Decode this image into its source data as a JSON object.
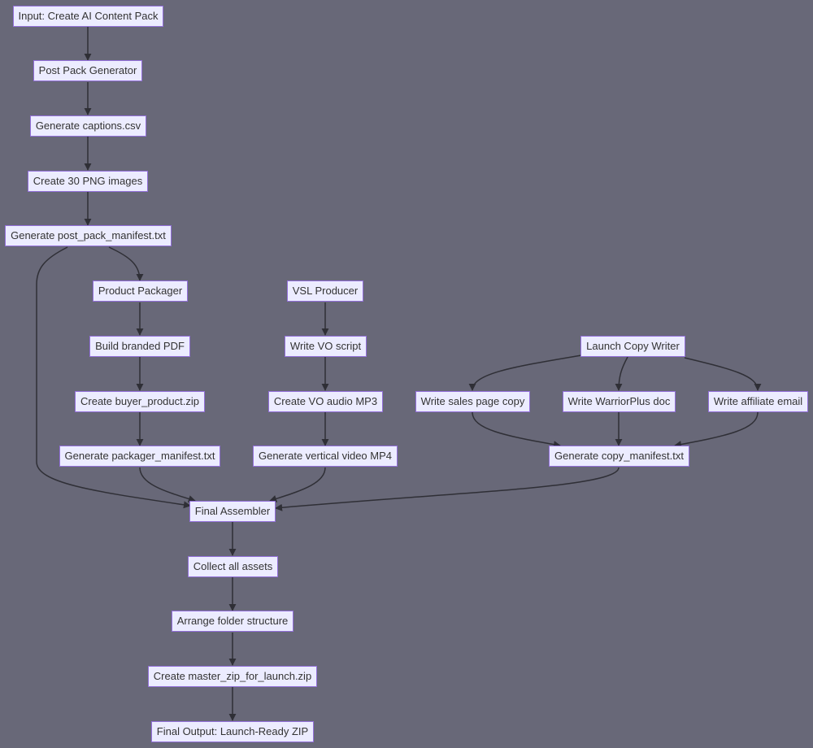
{
  "colors": {
    "background": "#686878",
    "node_fill": "#ECECFF",
    "node_border": "#9370DB",
    "node_text": "#333333",
    "edge": "#2f2f36"
  },
  "nodes": {
    "input": "Input: Create AI Content Pack",
    "post_pack_generator": "Post Pack Generator",
    "generate_captions": "Generate captions.csv",
    "create_png": "Create 30 PNG images",
    "post_pack_manifest": "Generate post_pack_manifest.txt",
    "product_packager": "Product Packager",
    "build_pdf": "Build branded PDF",
    "buyer_zip": "Create buyer_product.zip",
    "packager_manifest": "Generate packager_manifest.txt",
    "vsl_producer": "VSL Producer",
    "vo_script": "Write VO script",
    "vo_audio": "Create VO audio MP3",
    "vertical_video": "Generate vertical video MP4",
    "launch_copy_writer": "Launch Copy Writer",
    "sales_page": "Write sales page copy",
    "warriorplus": "Write WarriorPlus doc",
    "affiliate_email": "Write affiliate email",
    "copy_manifest": "Generate copy_manifest.txt",
    "final_assembler": "Final Assembler",
    "collect_assets": "Collect all assets",
    "arrange_folders": "Arrange folder structure",
    "master_zip": "Create master_zip_for_launch.zip",
    "final_output": "Final Output: Launch-Ready ZIP"
  },
  "edges": [
    [
      "input",
      "post_pack_generator"
    ],
    [
      "post_pack_generator",
      "generate_captions"
    ],
    [
      "generate_captions",
      "create_png"
    ],
    [
      "create_png",
      "post_pack_manifest"
    ],
    [
      "post_pack_manifest",
      "product_packager"
    ],
    [
      "post_pack_manifest",
      "final_assembler"
    ],
    [
      "product_packager",
      "build_pdf"
    ],
    [
      "build_pdf",
      "buyer_zip"
    ],
    [
      "buyer_zip",
      "packager_manifest"
    ],
    [
      "packager_manifest",
      "final_assembler"
    ],
    [
      "vsl_producer",
      "vo_script"
    ],
    [
      "vo_script",
      "vo_audio"
    ],
    [
      "vo_audio",
      "vertical_video"
    ],
    [
      "vertical_video",
      "final_assembler"
    ],
    [
      "launch_copy_writer",
      "sales_page"
    ],
    [
      "launch_copy_writer",
      "warriorplus"
    ],
    [
      "launch_copy_writer",
      "affiliate_email"
    ],
    [
      "sales_page",
      "copy_manifest"
    ],
    [
      "warriorplus",
      "copy_manifest"
    ],
    [
      "affiliate_email",
      "copy_manifest"
    ],
    [
      "copy_manifest",
      "final_assembler"
    ],
    [
      "final_assembler",
      "collect_assets"
    ],
    [
      "collect_assets",
      "arrange_folders"
    ],
    [
      "arrange_folders",
      "master_zip"
    ],
    [
      "master_zip",
      "final_output"
    ]
  ]
}
